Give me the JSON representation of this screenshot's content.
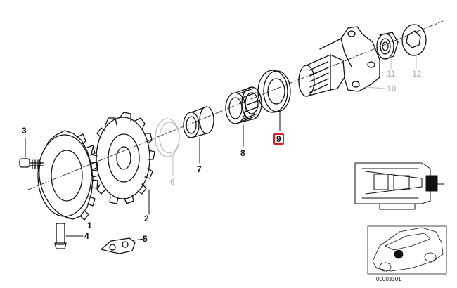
{
  "diagram": {
    "parts": [
      {
        "id": "p1",
        "label": "1",
        "tone": "dark",
        "highlighted": false
      },
      {
        "id": "p2",
        "label": "2",
        "tone": "dark",
        "highlighted": false
      },
      {
        "id": "p3",
        "label": "3",
        "tone": "dark",
        "highlighted": false
      },
      {
        "id": "p4",
        "label": "4",
        "tone": "dark",
        "highlighted": false
      },
      {
        "id": "p5",
        "label": "5",
        "tone": "dark",
        "highlighted": false
      },
      {
        "id": "p6",
        "label": "6",
        "tone": "light",
        "highlighted": false
      },
      {
        "id": "p7",
        "label": "7",
        "tone": "dark",
        "highlighted": false
      },
      {
        "id": "p8",
        "label": "8",
        "tone": "dark",
        "highlighted": false
      },
      {
        "id": "p9",
        "label": "9",
        "tone": "dark",
        "highlighted": true
      },
      {
        "id": "p10",
        "label": "10",
        "tone": "light",
        "highlighted": false
      },
      {
        "id": "p11",
        "label": "11",
        "tone": "light",
        "highlighted": false
      },
      {
        "id": "p12",
        "label": "12",
        "tone": "light",
        "highlighted": false
      }
    ],
    "catalog_number": "00003301",
    "colors": {
      "line": "#111111",
      "faded": "#bdbdbd",
      "highlight": "#d6212b",
      "background": "#ffffff"
    }
  }
}
